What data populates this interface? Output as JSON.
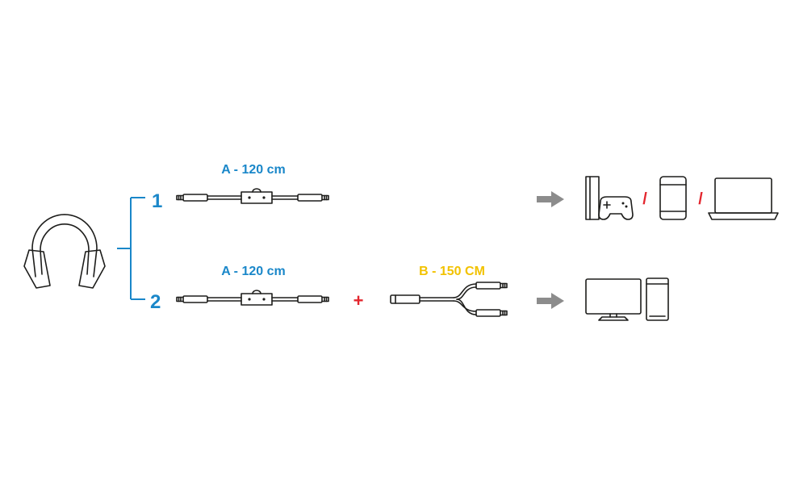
{
  "colors": {
    "blue": "#1a87c9",
    "yellow": "#f2c200",
    "red": "#e3262e",
    "gray": "#8c8c8c",
    "ink": "#1d1d1b"
  },
  "row1": {
    "number": "1",
    "cable_label": "A - 120 cm",
    "separators": [
      "/",
      "/"
    ]
  },
  "row2": {
    "number": "2",
    "cable_label": "A - 120 cm",
    "plus": "+",
    "adapter_label": "B - 150 CM"
  },
  "icons": {
    "headset": "headphones-icon",
    "row1_devices": [
      "game-console-controller-icon",
      "smartphone-icon",
      "laptop-icon"
    ],
    "row2_devices": [
      "monitor-icon",
      "pc-tower-icon"
    ]
  }
}
